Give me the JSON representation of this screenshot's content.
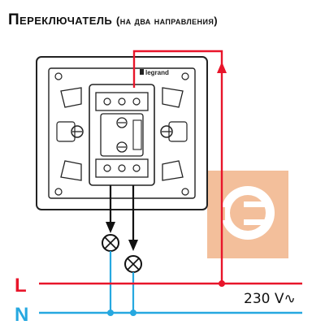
{
  "title": {
    "main": "Переключатель",
    "sub": "(на два направления)"
  },
  "brand": "legrand",
  "lines": {
    "phase": {
      "label": "L",
      "color": "#e8152a"
    },
    "neutral": {
      "label": "N",
      "color": "#26a8e0"
    }
  },
  "voltage_label": "230 V∿",
  "colors": {
    "wire": "#111111",
    "watermark": "#f1b48a",
    "device_outline": "#222222"
  },
  "icons": [
    "lamp-icon",
    "plug-watermark-icon",
    "arrow-up-icon",
    "arrow-down-icon"
  ]
}
